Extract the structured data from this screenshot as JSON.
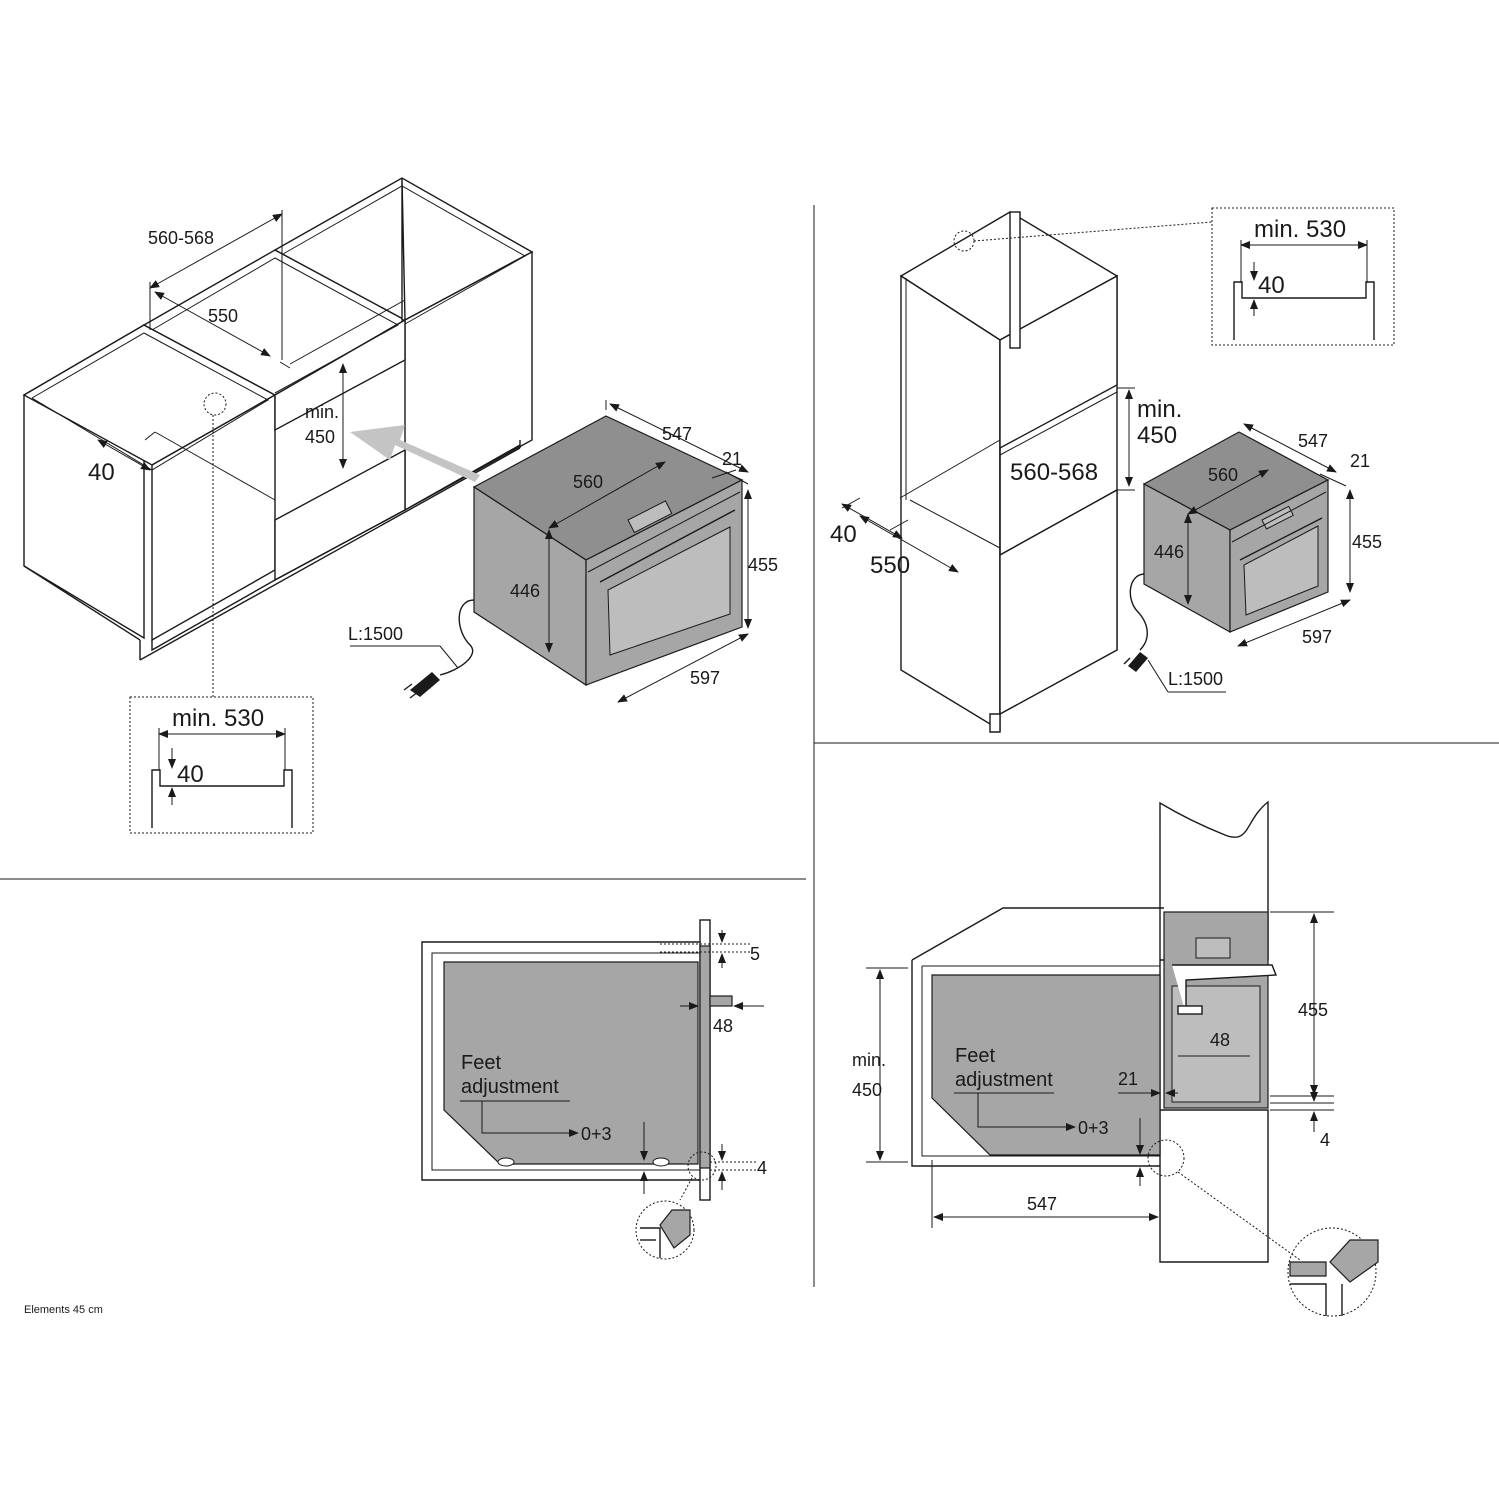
{
  "labels": {
    "p1_w_outer": "560-568",
    "p1_w_inner": "550",
    "p1_min": "min.",
    "p1_450": "450",
    "p1_40": "40",
    "p1_547": "547",
    "p1_560": "560",
    "p1_21": "21",
    "p1_446": "446",
    "p1_455": "455",
    "p1_597": "597",
    "p1_cable": "L:1500",
    "p1_detail_min530": "min. 530",
    "p1_detail_40": "40",
    "p2_detail_min530": "min. 530",
    "p2_detail_40": "40",
    "p2_min": "min.",
    "p2_450": "450",
    "p2_560568": "560-568",
    "p2_40": "40",
    "p2_550": "550",
    "p2_547": "547",
    "p2_560": "560",
    "p2_21": "21",
    "p2_446": "446",
    "p2_455": "455",
    "p2_597": "597",
    "p2_cable": "L:1500",
    "p3_5": "5",
    "p3_48": "48",
    "p3_feet1": "Feet",
    "p3_feet2": "adjustment",
    "p3_03": "0+3",
    "p3_4": "4",
    "p4_min": "min.",
    "p4_450": "450",
    "p4_feet1": "Feet",
    "p4_feet2": "adjustment",
    "p4_21": "21",
    "p4_48": "48",
    "p4_455": "455",
    "p4_03": "0+3",
    "p4_4": "4",
    "p4_547": "547",
    "footer": "Elements 45 cm"
  },
  "colors": {
    "oven_fill": "#a6a6a6",
    "line": "#1a1a1a"
  }
}
